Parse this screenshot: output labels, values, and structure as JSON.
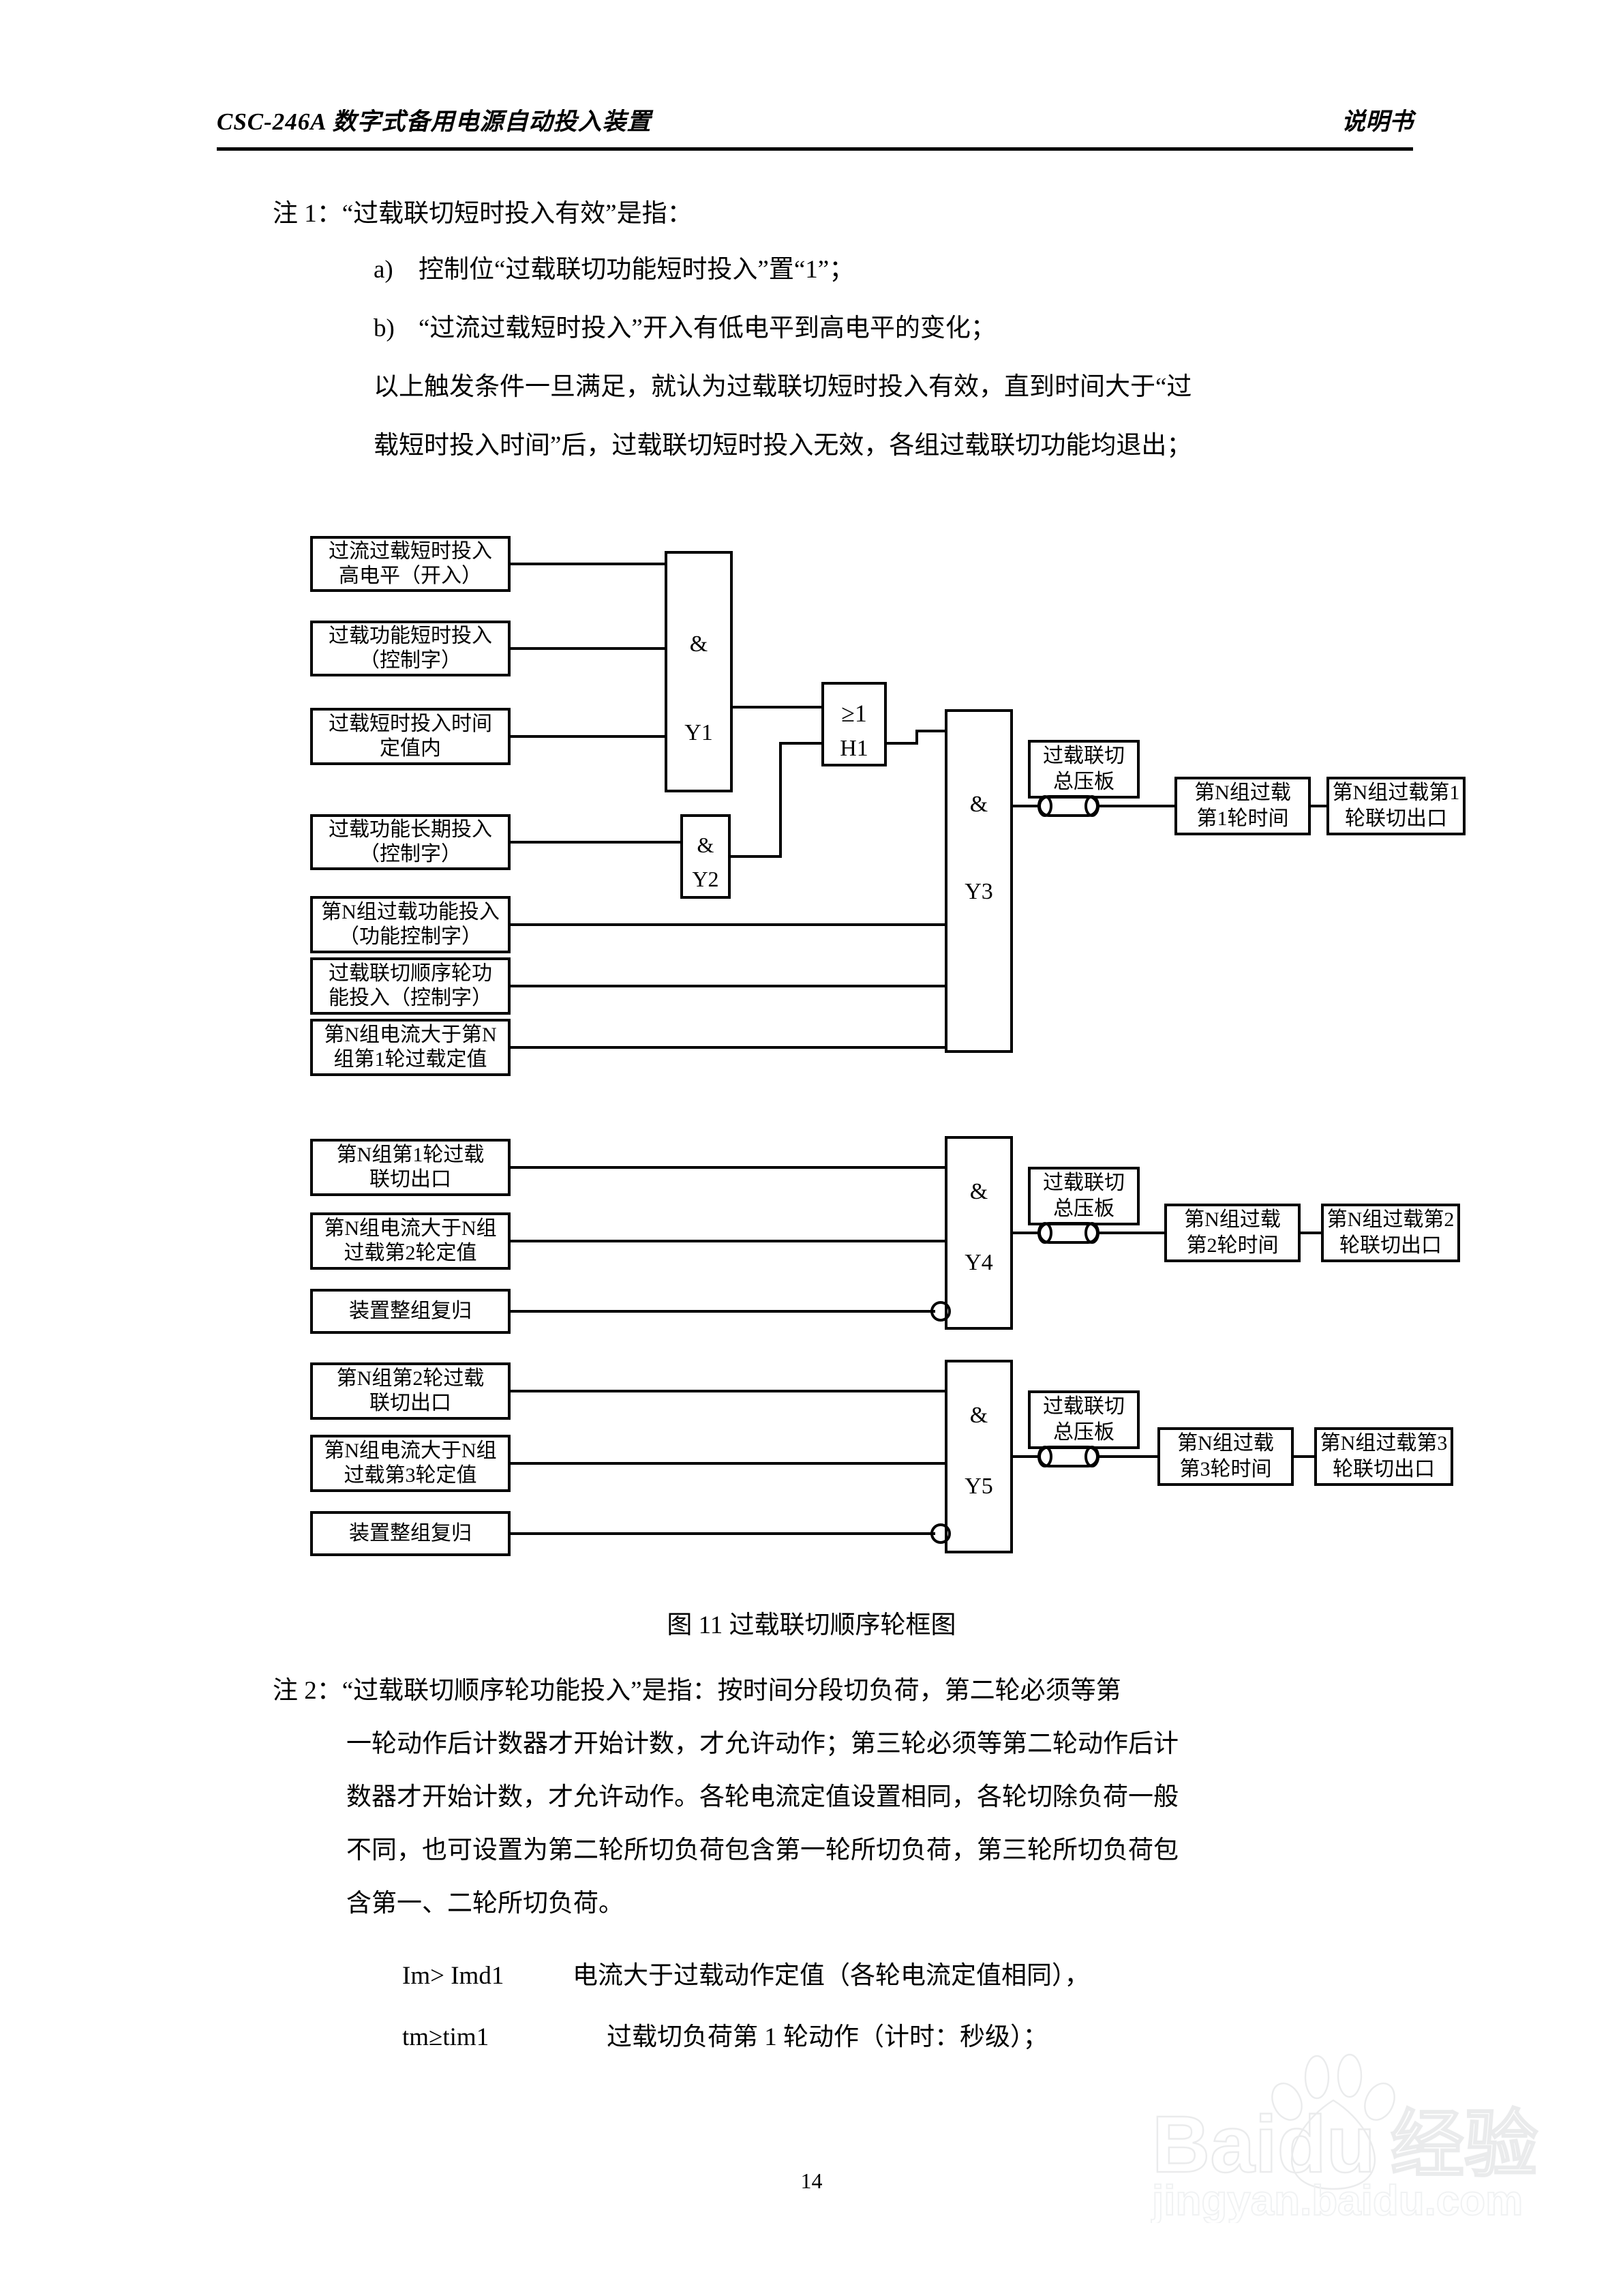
{
  "header": {
    "left": "CSC-246A 数字式备用电源自动投入装置",
    "right": "说明书"
  },
  "note1": {
    "title": "注 1：“过载联切短时投入有效”是指：",
    "items": [
      {
        "marker": "a)",
        "text": "控制位“过载联切功能短时投入”置“1”；"
      },
      {
        "marker": "b)",
        "text": "“过流过载短时投入”开入有低电平到高电平的变化；"
      }
    ],
    "body_line1": "以上触发条件一旦满足，就认为过载联切短时投入有效，直到时间大于“过",
    "body_line2": "载短时投入时间”后，过载联切短时投入无效，各组过载联切功能均退出；"
  },
  "figure": {
    "caption": "图 11    过载联切顺序轮框图",
    "inputs": {
      "in1_line1": "过流过载短时投入",
      "in1_line2": "高电平（开入）",
      "in2_line1": "过载功能短时投入",
      "in2_line2": "（控制字）",
      "in3_line1": "过载短时投入时间",
      "in3_line2": "定值内",
      "in4_line1": "过载功能长期投入",
      "in4_line2": "（控制字）",
      "in5_line1": "第N组过载功能投入",
      "in5_line2": "（功能控制字）",
      "in6_line1": "过载联切顺序轮功",
      "in6_line2": "能投入（控制字）",
      "in7_line1": "第N组电流大于第N",
      "in7_line2": "组第1轮过载定值",
      "in8_line1": "第N组第1轮过载",
      "in8_line2": "联切出口",
      "in9_line1": "第N组电流大于N组",
      "in9_line2": "过载第2轮定值",
      "in10": "装置整组复归",
      "in11_line1": "第N组第2轮过载",
      "in11_line2": "联切出口",
      "in12_line1": "第N组电流大于N组",
      "in12_line2": "过载第3轮定值",
      "in13": "装置整组复归"
    },
    "gates": {
      "y1_symbol": "&",
      "y1_label": "Y1",
      "y2_symbol": "&",
      "y2_label": "Y2",
      "h1_symbol": "≥1",
      "h1_label": "H1",
      "y3_symbol": "&",
      "y3_label": "Y3",
      "y4_symbol": "&",
      "y4_label": "Y4",
      "y5_symbol": "&",
      "y5_label": "Y5"
    },
    "plates": {
      "plate1_line1": "过载联切",
      "plate1_line2": "总压板",
      "plate2_line1": "过载联切",
      "plate2_line2": "总压板",
      "plate3_line1": "过载联切",
      "plate3_line2": "总压板"
    },
    "timers": {
      "t1_line1": "第N组过载",
      "t1_line2": "第1轮时间",
      "t2_line1": "第N组过载",
      "t2_line2": "第2轮时间",
      "t3_line1": "第N组过载",
      "t3_line2": "第3轮时间"
    },
    "outputs": {
      "o1_line1": "第N组过载第1",
      "o1_line2": "轮联切出口",
      "o2_line1": "第N组过载第2",
      "o2_line2": "轮联切出口",
      "o3_line1": "第N组过载第3",
      "o3_line2": "轮联切出口"
    }
  },
  "note2": {
    "line1": "注 2：“过载联切顺序轮功能投入”是指：按时间分段切负荷，第二轮必须等第",
    "line2": "一轮动作后计数器才开始计数，才允许动作；第三轮必须等第二轮动作后计",
    "line3": "数器才开始计数，才允许动作。各轮电流定值设置相同，各轮切除负荷一般",
    "line4": "不同，也可设置为第二轮所切负荷包含第一轮所切负荷，第三轮所切负荷包",
    "line5": "含第一、二轮所切负荷。"
  },
  "definitions": [
    {
      "symbol": "Im> Imd1",
      "text": "电流大于过载动作定值（各轮电流定值相同），"
    },
    {
      "symbol": "tm≥tim1",
      "text": "过载切负荷第 1 轮动作（计时：秒级）；"
    }
  ],
  "footer": {
    "page_number": "14"
  },
  "watermark": {
    "brand": "Baidu",
    "brand_cn": "经验",
    "url": "jingyan.baidu.com"
  }
}
